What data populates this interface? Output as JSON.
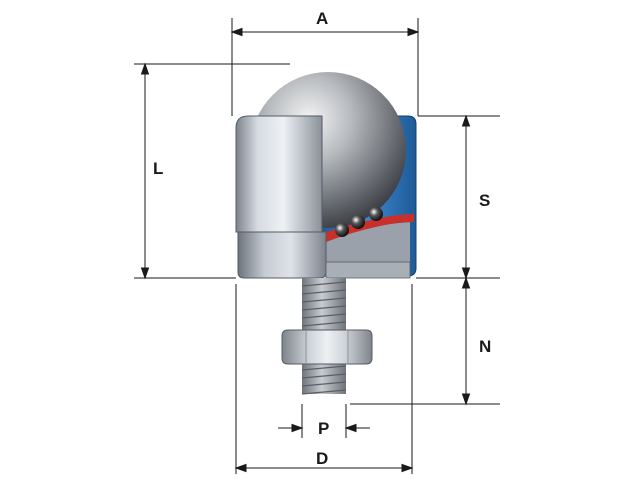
{
  "labels": {
    "A": "A",
    "L": "L",
    "S": "S",
    "N": "N",
    "P": "P",
    "D": "D"
  },
  "colors": {
    "line": "#1a1a1a",
    "body_light": "#e6e9ee",
    "body_dark": "#6f7680",
    "ball_light": "#f2f2f2",
    "ball_dark": "#3a3a3a",
    "cutaway_blue": "#2c74b8",
    "seal_red": "#c9302c",
    "thread": "#8f949a"
  }
}
